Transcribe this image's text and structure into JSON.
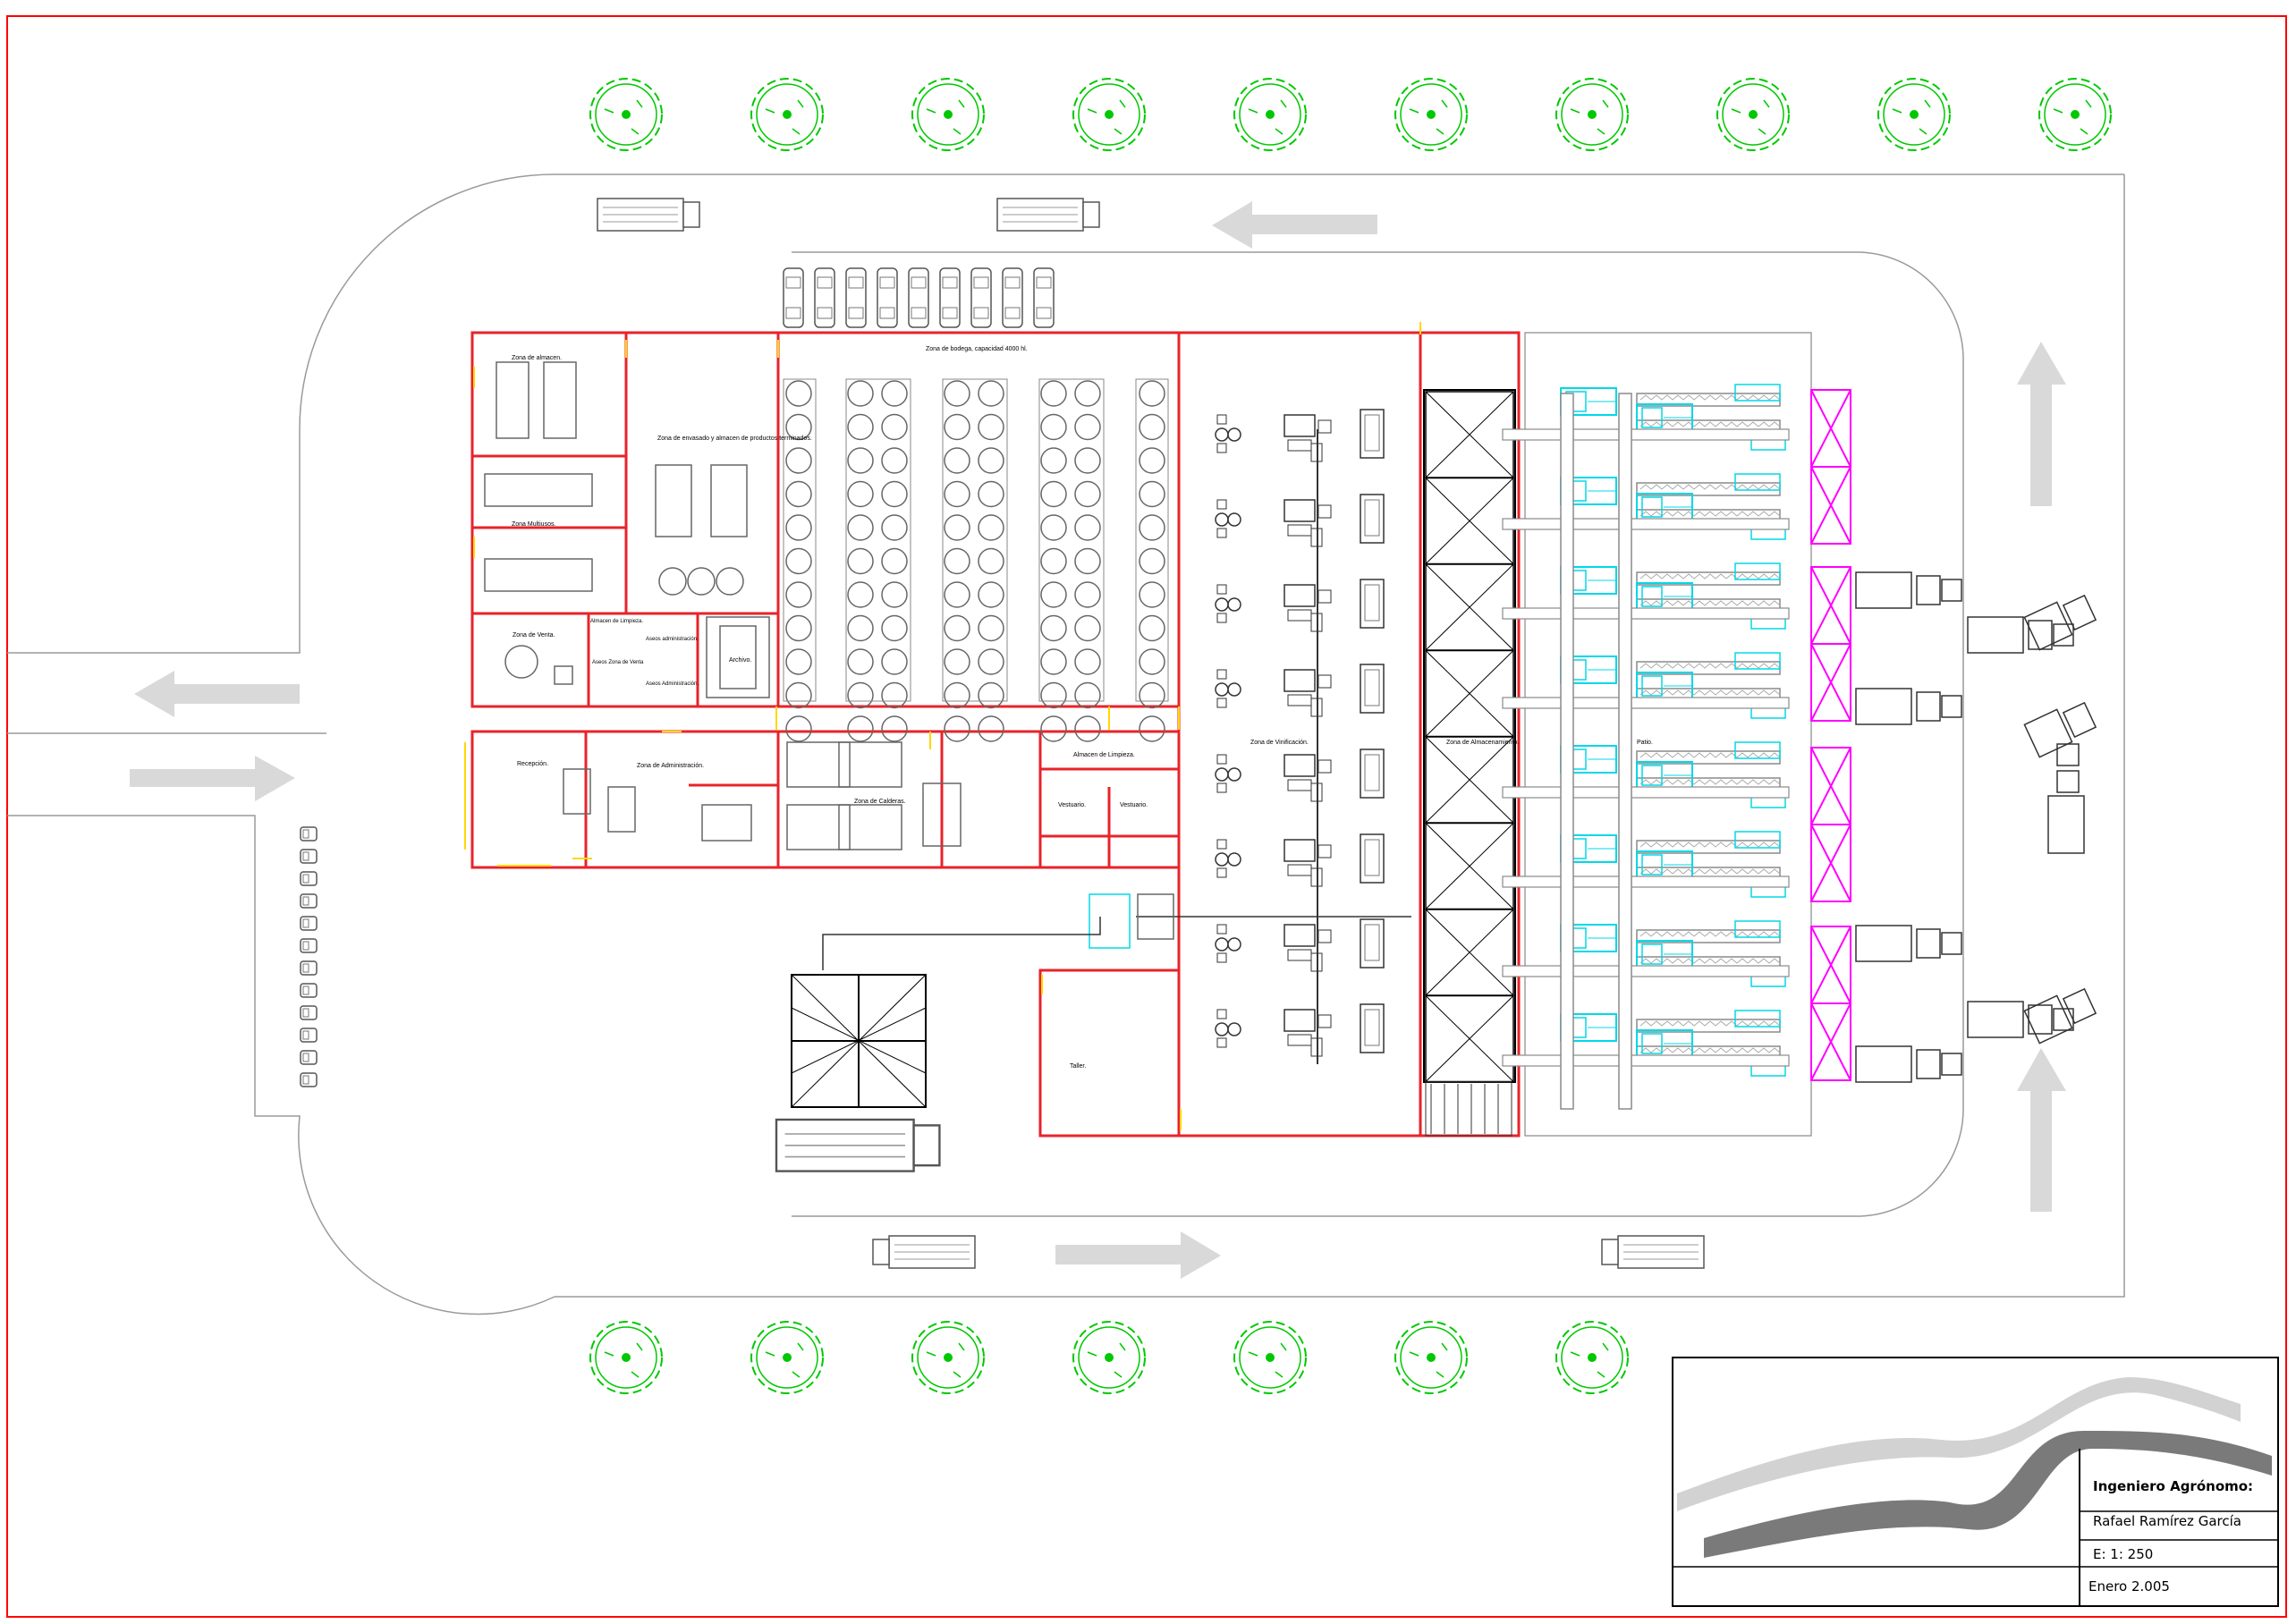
{
  "zones": {
    "almacen": "Zona de almacen.",
    "barricas": "Zona de bodega, capacidad 4000 hl.",
    "envasado": "Zona de envasado y almacen de productos terminados.",
    "multiusos": "Zona Multiusos.",
    "venta": "Zona de Venta.",
    "limpieza1": "Almacen de Limpieza.",
    "aseos_admin": "Aseos administración.",
    "aseos_venta": "Aseos Zona de Venta",
    "aseos_admin2": "Aseos Administración.",
    "archivo": "Archivo.",
    "recepcion": "Recepción.",
    "administracion": "Zona de Administración.",
    "calderas": "Zona de Calderas.",
    "limpieza2": "Almacen de Limpieza.",
    "vestuario1": "Vestuario.",
    "vestuario2": "Vestuario.",
    "taller": "Taller.",
    "vinificacion": "Zona de Vinificación.",
    "almacenamiento": "Zona de Almacenamiento.",
    "patio": "Patio."
  },
  "title_block": {
    "role": "Ingeniero Agrónomo:",
    "name": "Rafael Ramírez García",
    "scale": "E: 1: 250",
    "date": "Enero 2.005"
  },
  "colors": {
    "frame": "#ff0000",
    "walls": "#e8232a",
    "trees": "#00c800",
    "hoppers": "#00d8e8",
    "receiving": "#ff00ff",
    "arrows": "#d9d9d9",
    "doors": "#ffd700"
  }
}
